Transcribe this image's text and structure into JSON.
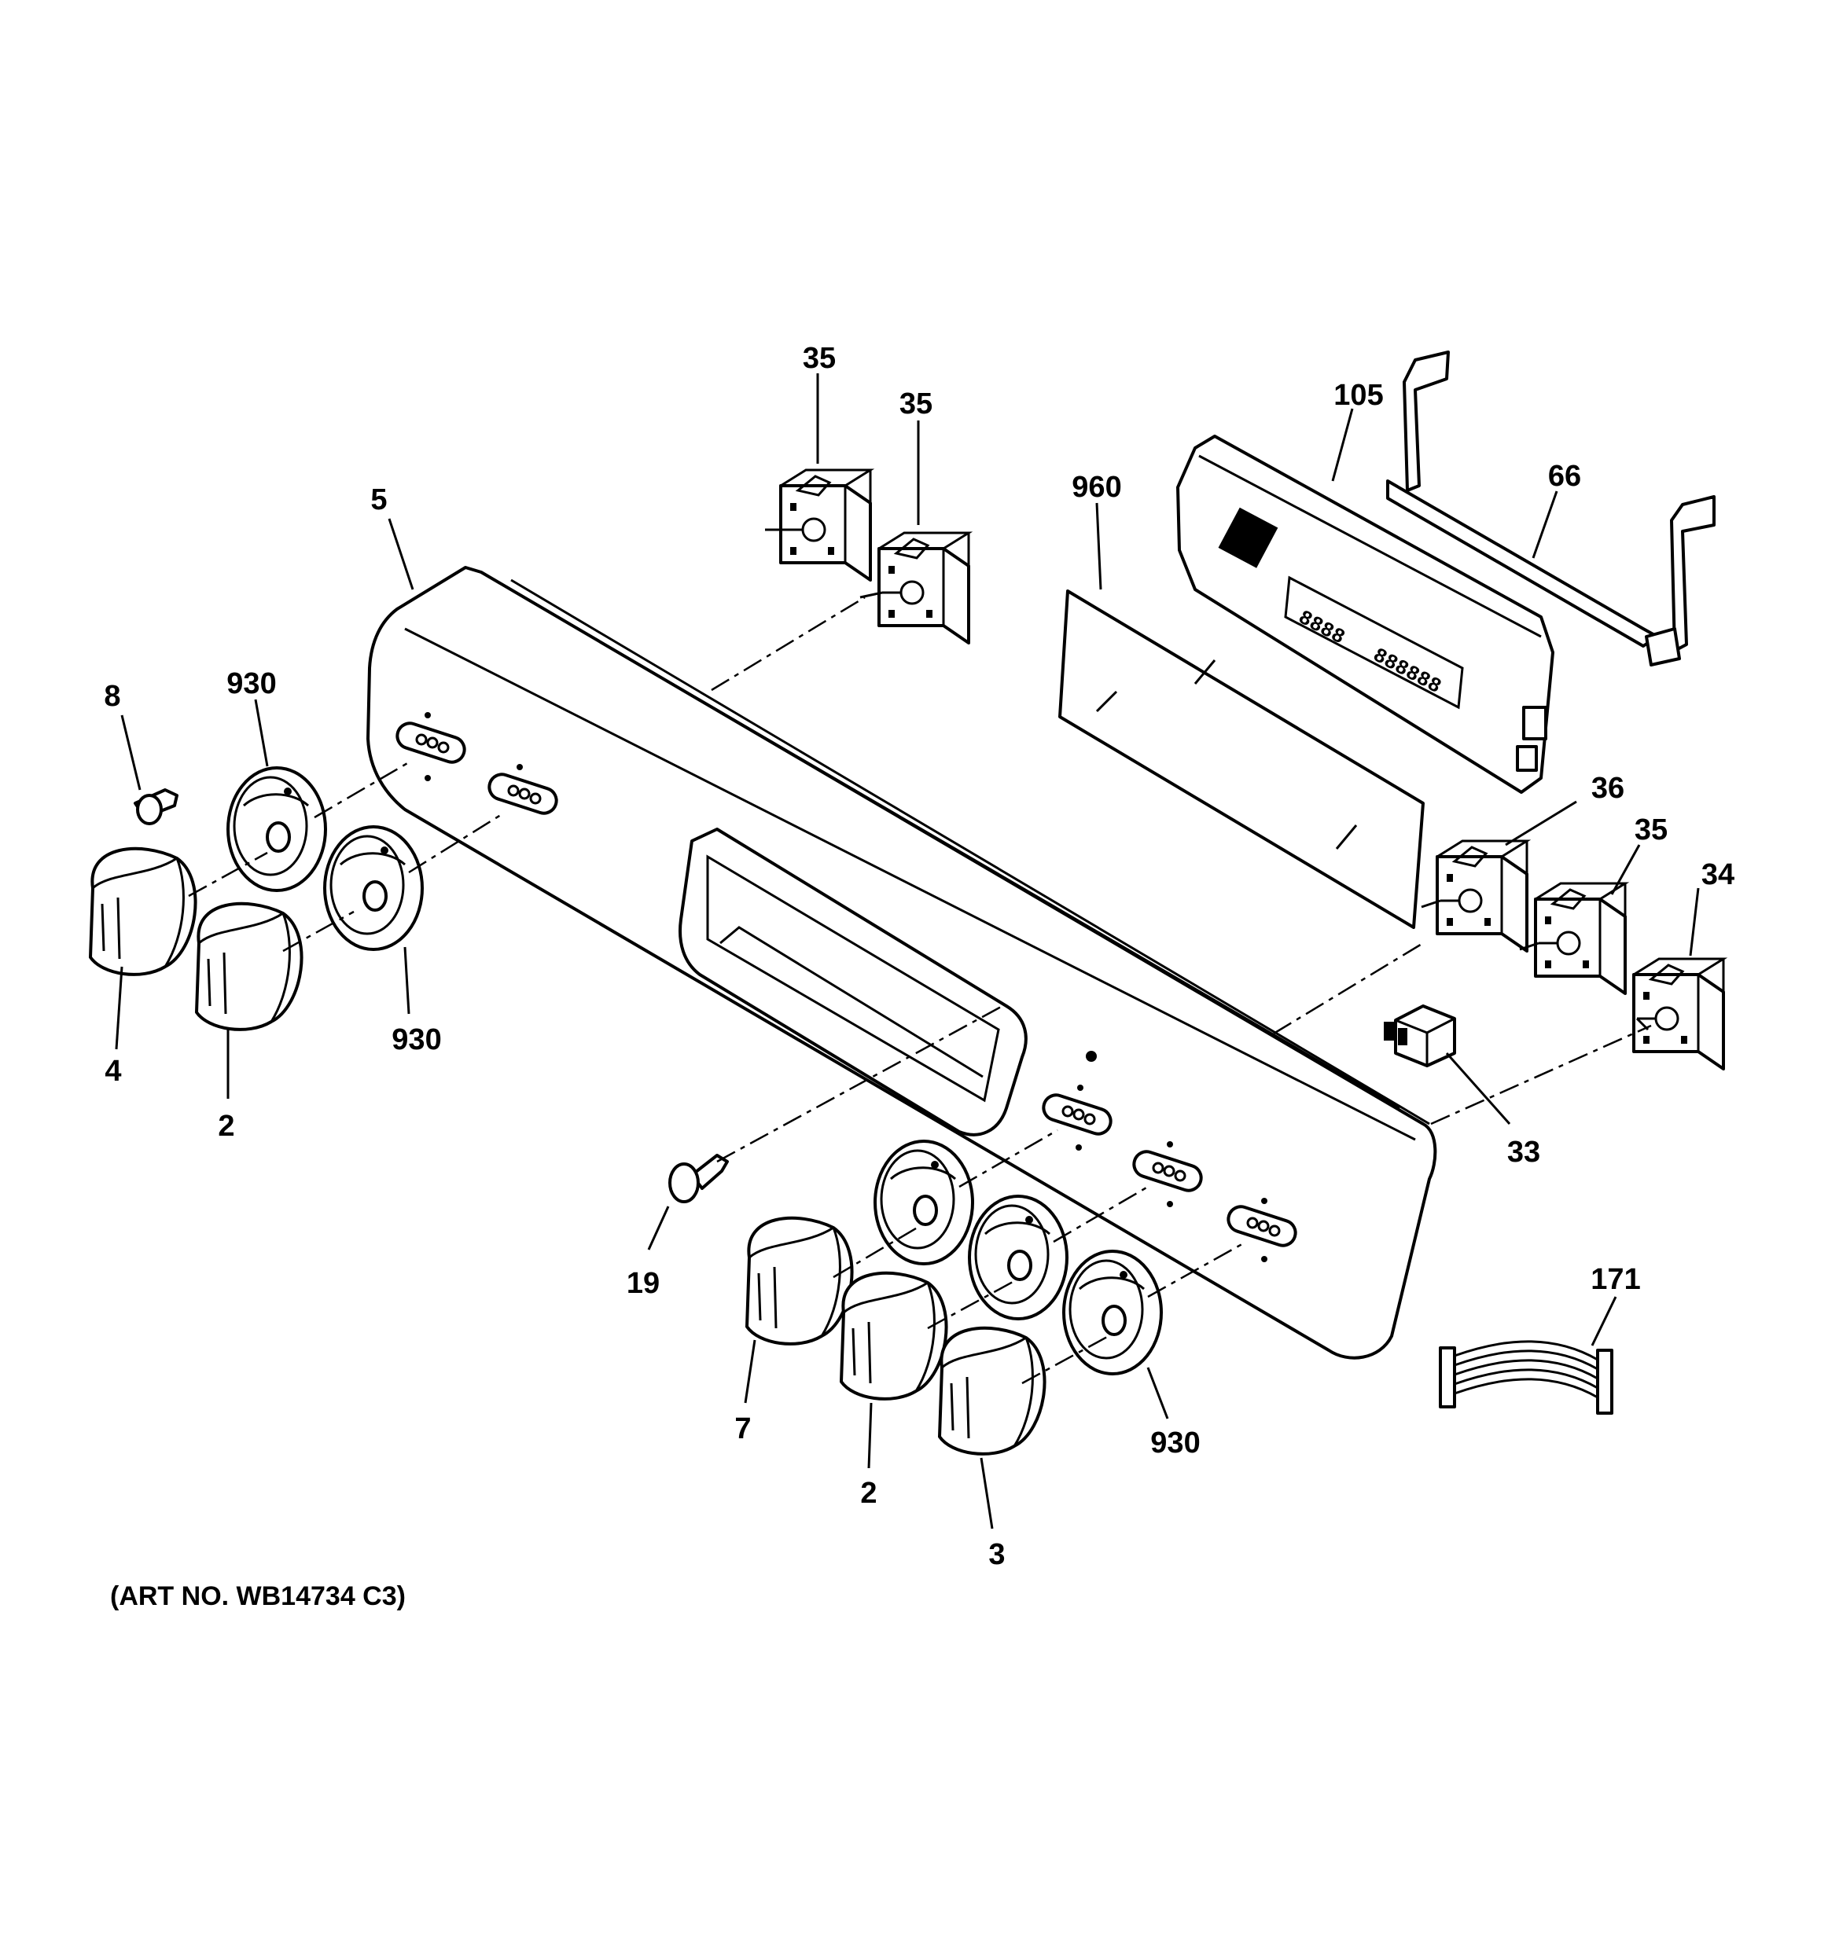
{
  "diagram": {
    "art_number": "(ART NO. WB14734 C3)",
    "labels": {
      "l_35_a": "35",
      "l_35_b": "35",
      "l_105": "105",
      "l_66": "66",
      "l_960": "960",
      "l_5": "5",
      "l_8": "8",
      "l_930_a": "930",
      "l_930_b": "930",
      "l_930_c": "930",
      "l_4": "4",
      "l_2_a": "2",
      "l_2_b": "2",
      "l_36": "36",
      "l_35_c": "35",
      "l_34": "34",
      "l_33": "33",
      "l_19": "19",
      "l_7": "7",
      "l_3": "3",
      "l_171": "171"
    }
  }
}
